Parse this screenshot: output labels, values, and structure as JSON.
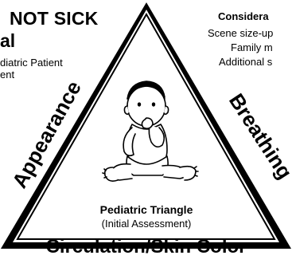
{
  "left_panel": {
    "heading_line1": "NOT SICK",
    "heading_line2": "al",
    "line3": "diatric Patient",
    "line4": "ent"
  },
  "right_panel": {
    "heading": "Considera",
    "line1": "Scene size-up",
    "line2": "Family m",
    "line3": "Additional s"
  },
  "triangle": {
    "left_side_label": "Appearance",
    "right_side_label": "Breathing",
    "bottom_side_label": "Circulation/Skin Color",
    "center_title": "Pediatric Triangle",
    "center_subtitle": "(Initial Assessment)",
    "illustration": "seated-infant-drawing",
    "stroke_color": "#000000",
    "fill_color": "#ffffff"
  }
}
